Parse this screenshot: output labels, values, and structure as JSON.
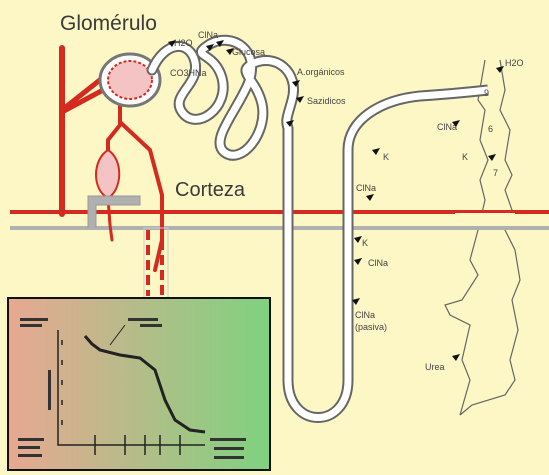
{
  "title": "Glomérulo",
  "cortex_label": "Corteza",
  "labels": {
    "h2o_1": "H2O",
    "clna_1": "ClNa",
    "glucosa": "Glucosa",
    "co3hna": "CO3HNa",
    "a_organicos": "A.orgánicos",
    "s_azidicos": "Sazidicos",
    "h2o_2": "H2O",
    "clna_2": "ClNa",
    "k_1": "K",
    "clna_3": "ClNa",
    "k_2": "K",
    "clna_4": "ClNa",
    "clna_5": "ClNa",
    "pasiva": "(pasiva)",
    "k_3": "K",
    "urea": "Urea"
  },
  "segment_numbers": [
    "9",
    "6",
    "7"
  ],
  "colors": {
    "background": "#fdf7c6",
    "artery": "#d42a1f",
    "border_line": "#d42a1f",
    "gray_band": "#b0b0b0",
    "tubule_fill": "#ffffff",
    "tubule_outline": "#555555",
    "glomerulus": "#f4c4c4",
    "inset_left": "#e8a892",
    "inset_right": "#7fd27f"
  },
  "icons": [
    "arrow-pointer-icon"
  ]
}
